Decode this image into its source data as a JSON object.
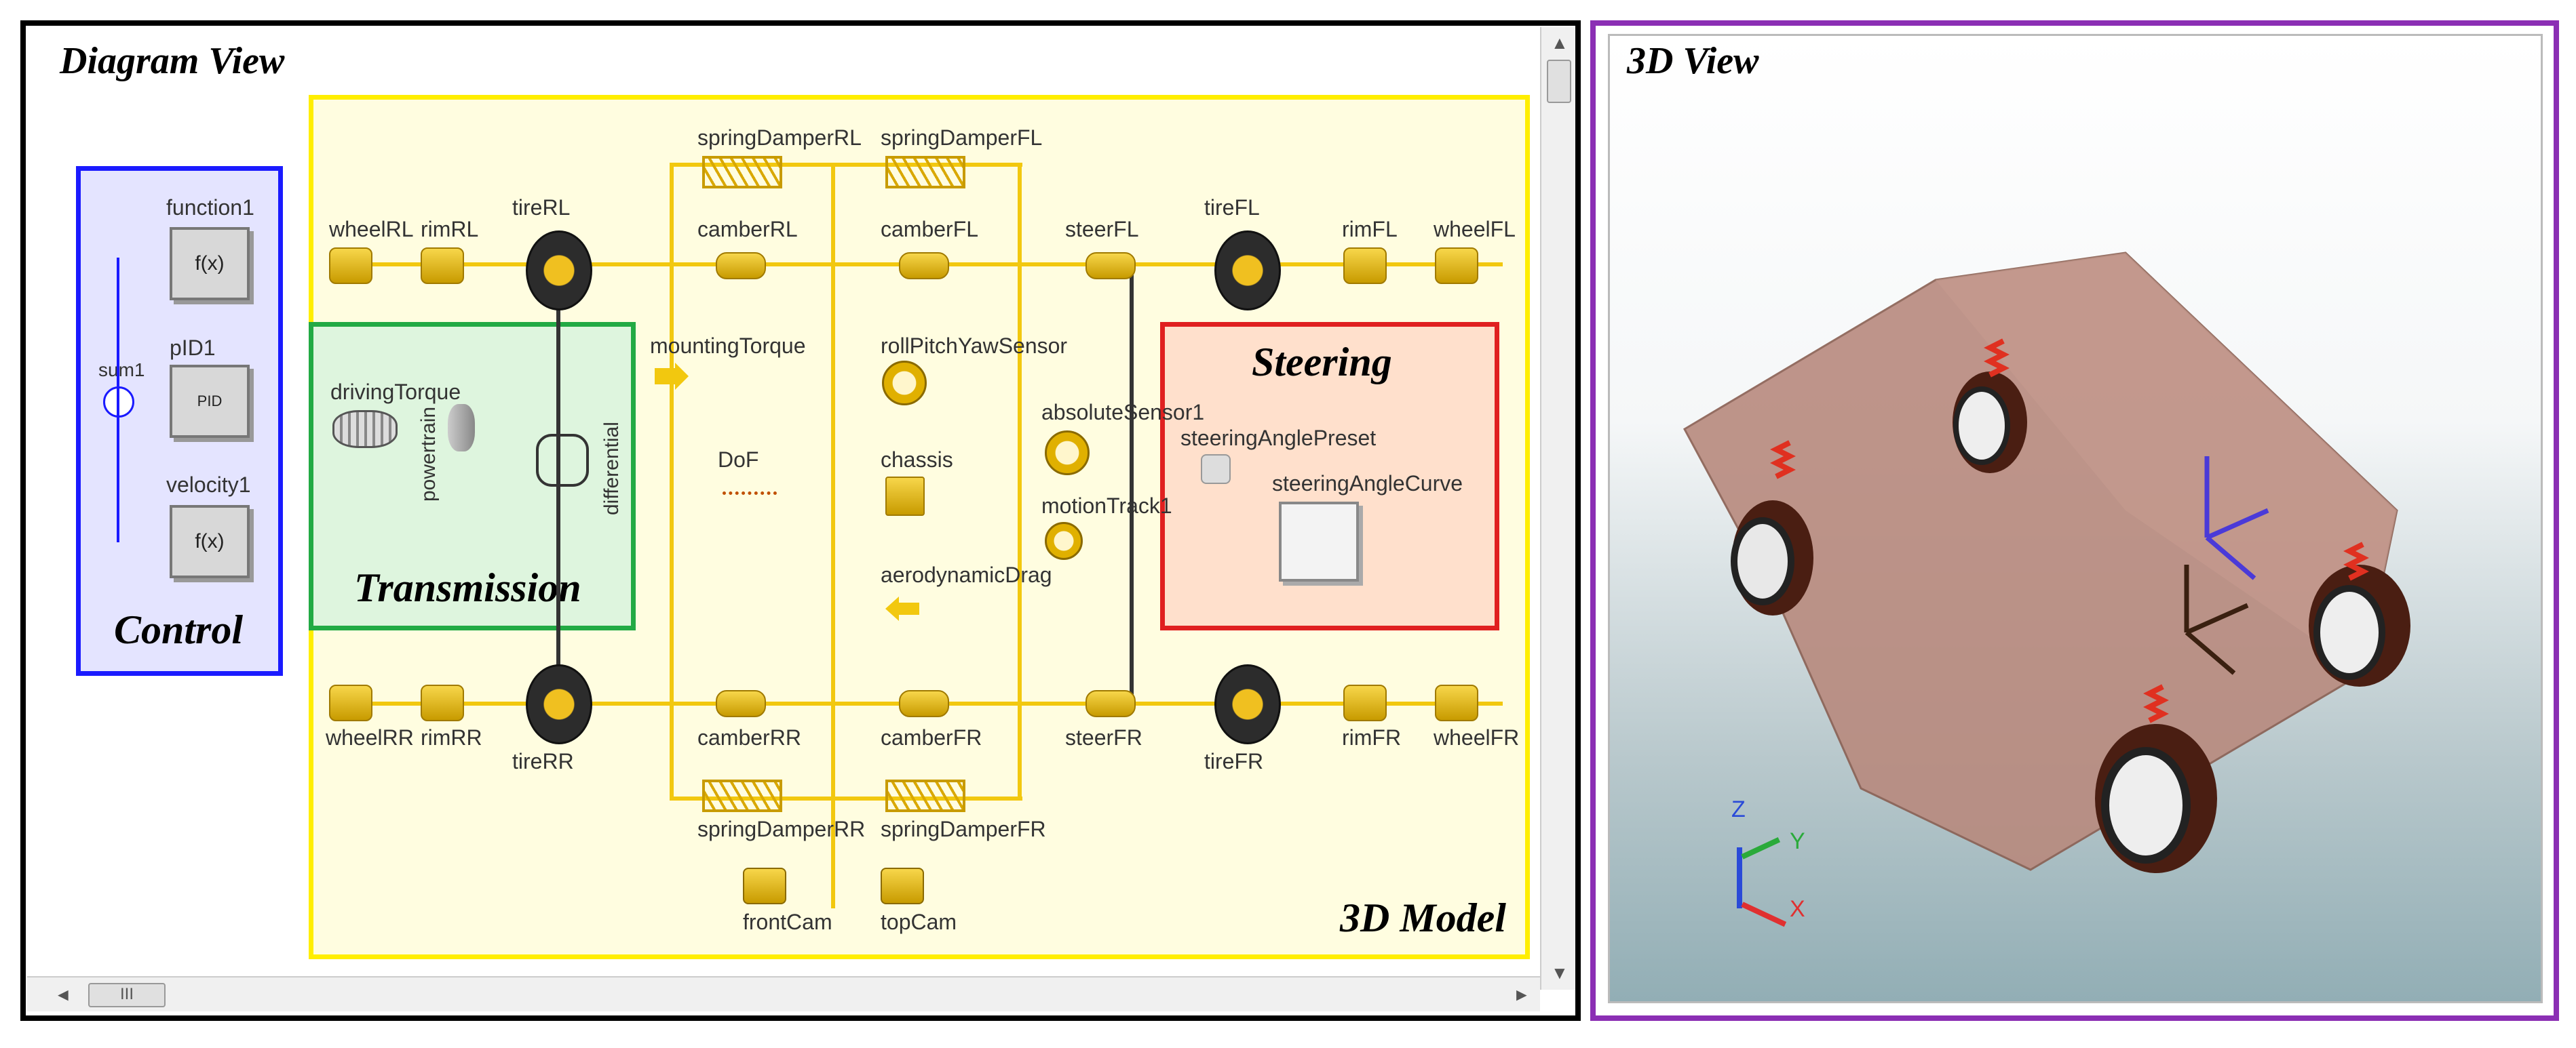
{
  "left_view": {
    "title": "Diagram View",
    "groups": {
      "control": "Control",
      "transmission": "Transmission",
      "steering": "Steering",
      "model": "3D Model"
    },
    "control_blocks": {
      "function1": "function1",
      "pid1": "pID1",
      "velocity1": "velocity1",
      "sum1": "sum1",
      "fx": "f(x)",
      "pid": "PID"
    },
    "components": {
      "wheelRL": "wheelRL",
      "rimRL": "rimRL",
      "tireRL": "tireRL",
      "springDamperRL": "springDamperRL",
      "springDamperFL": "springDamperFL",
      "camberRL": "camberRL",
      "camberFL": "camberFL",
      "steerFL": "steerFL",
      "tireFL": "tireFL",
      "rimFL": "rimFL",
      "wheelFL": "wheelFL",
      "mountingTorque": "mountingTorque",
      "rollPitchYawSensor": "rollPitchYawSensor",
      "drivingTorque": "drivingTorque",
      "powertrain": "powertrain",
      "differential": "differential",
      "absoluteSensor1": "absoluteSensor1",
      "steeringAnglePreset": "steeringAnglePreset",
      "dof": "DoF",
      "chassis": "chassis",
      "steeringAngleCurve": "steeringAngleCurve",
      "motionTrack1": "motionTrack1",
      "aerodynamicDrag": "aerodynamicDrag",
      "wheelRR": "wheelRR",
      "rimRR": "rimRR",
      "tireRR": "tireRR",
      "camberRR": "camberRR",
      "camberFR": "camberFR",
      "steerFR": "steerFR",
      "tireFR": "tireFR",
      "rimFR": "rimFR",
      "wheelFR": "wheelFR",
      "springDamperRR": "springDamperRR",
      "springDamperFR": "springDamperFR",
      "frontCam": "frontCam",
      "topCam": "topCam"
    },
    "scrollbar_thumb": "III"
  },
  "right_view": {
    "title": "3D View",
    "axes": {
      "z": "Z",
      "y": "Y",
      "x": "X"
    }
  },
  "colors": {
    "control": "#1a1aff",
    "transmission": "#22aa44",
    "steering": "#e02020",
    "model": "#ffee00",
    "right_frame": "#8b2fb4",
    "wire": "#f2c80f"
  }
}
